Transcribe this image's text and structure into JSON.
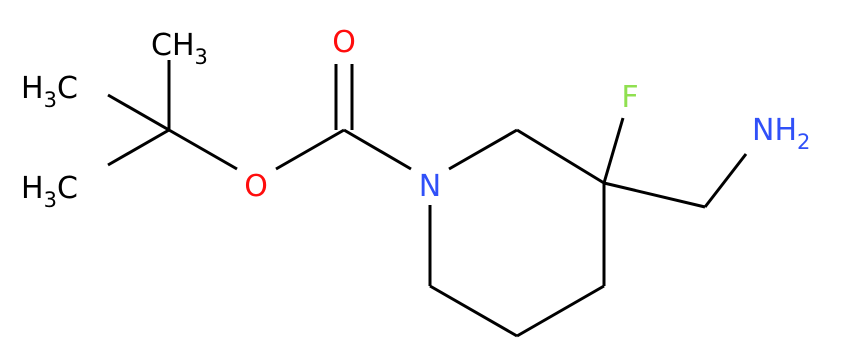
{
  "molecule": {
    "atoms": {
      "methyl_top": {
        "main": "CH",
        "sub": "3",
        "color": "#000000"
      },
      "methyl_left1": {
        "main": "H",
        "sub": "3",
        "tail": "C",
        "color": "#000000"
      },
      "methyl_left2": {
        "main": "H",
        "sub": "3",
        "tail": "C",
        "color": "#000000"
      },
      "oxygen_ester": {
        "main": "O",
        "color": "#ff0d0d"
      },
      "oxygen_carbonyl": {
        "main": "O",
        "color": "#ff0d0d"
      },
      "nitrogen_ring": {
        "main": "N",
        "color": "#3050f8"
      },
      "fluorine": {
        "main": "F",
        "color": "#90e050"
      },
      "amine": {
        "main": "NH",
        "sub": "2",
        "color": "#3050f8"
      }
    },
    "colors": {
      "bond": "#000000",
      "oxygen": "#ff0d0d",
      "nitrogen": "#3050f8",
      "fluorine": "#90e050"
    }
  }
}
